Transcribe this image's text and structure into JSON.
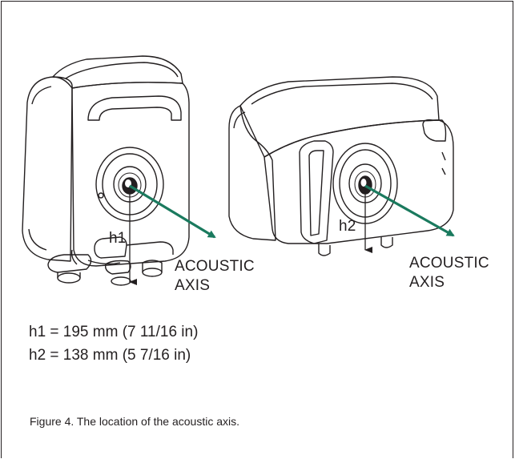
{
  "colors": {
    "line": "#231f20",
    "axis_arrow": "#1a7a5e",
    "background": "#ffffff"
  },
  "figure": {
    "left_speaker": {
      "height_label": "h1",
      "axis_label_line1": "ACOUSTIC",
      "axis_label_line2": "AXIS"
    },
    "right_speaker": {
      "height_label": "h2",
      "axis_label_line1": "ACOUSTIC",
      "axis_label_line2": "AXIS"
    }
  },
  "measurements": {
    "h1": "h1 = 195 mm (7 11/16 in)",
    "h2": "h2 = 138 mm (5 7/16 in)"
  },
  "caption": "Figure 4. The location of the acoustic axis."
}
